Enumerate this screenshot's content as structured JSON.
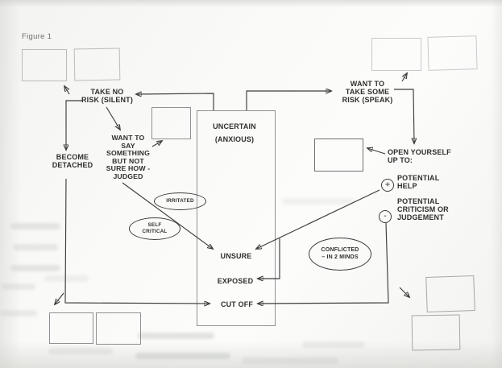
{
  "figure": {
    "caption": "Figure 1"
  },
  "labels": {
    "take_no_risk": "TAKE NO\nRISK (SILENT)",
    "want_to_take_some_risk": "WANT TO\nTAKE SOME\nRISK (SPEAK)",
    "uncertain_anxious": "UNCERTAIN\n(ANXIOUS)",
    "want_to_say": "WANT TO\nSAY\nSOMETHING\nBUT NOT\nSURE HOW -\nJUDGED",
    "become_detached": "BECOME\nDETACHED",
    "open_yourself": "OPEN YOURSELF\nUP TO:",
    "potential_help": "POTENTIAL\nHELP",
    "potential_criticism": "POTENTIAL\nCRITICISM OR\nJUDGEMENT",
    "plus_sign": "+",
    "minus_sign": "-",
    "unsure": "UNSURE",
    "exposed": "EXPOSED",
    "cut_off": "CUT OFF",
    "irritated": "IRRITATED",
    "self_critical": "SELF\nCRITICAL",
    "conflicted": "CONFLICTED\n– IN 2 MINDS"
  },
  "colors": {
    "line": "#3c3c3c",
    "text": "#2f2f2f",
    "caption": "#6f6f6f",
    "border-light": "#b9bdbe",
    "border-medium": "#8f9294",
    "border-dark": "#6e7173",
    "ghost": "#c3c7c2"
  }
}
